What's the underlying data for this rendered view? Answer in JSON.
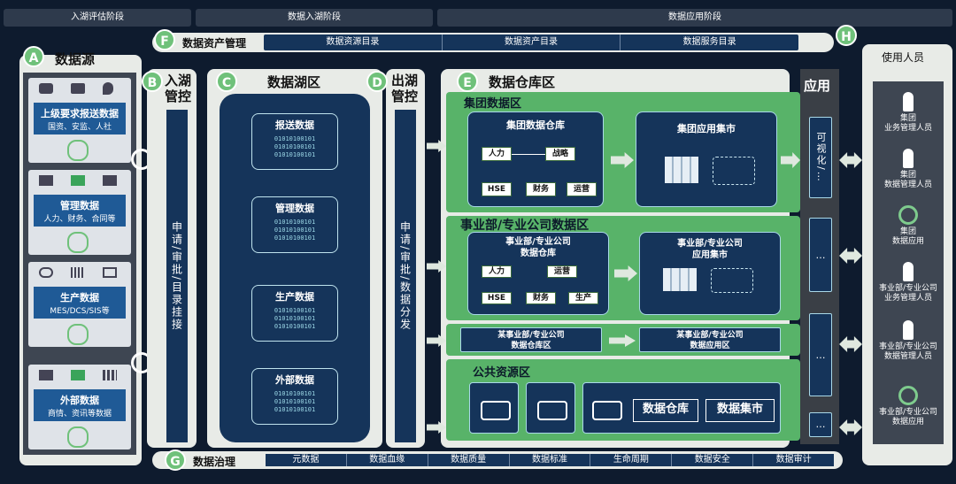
{
  "stages": [
    "入湖评估阶段",
    "数据入湖阶段",
    "数据应用阶段"
  ],
  "asset_mgmt": {
    "badge": "F",
    "title": "数据资产管理",
    "items": [
      "数据资源目录",
      "数据资产目录",
      "数据服务目录"
    ]
  },
  "source": {
    "badge": "A",
    "title": "数据源",
    "cards": [
      {
        "title": "上级要求报送数据",
        "sub": "国资、安监、人社"
      },
      {
        "title": "管理数据",
        "sub": "人力、财务、合同等"
      },
      {
        "title": "生产数据",
        "sub": "MES/DCS/SIS等"
      },
      {
        "title": "外部数据",
        "sub": "商情、资讯等数据"
      }
    ]
  },
  "ingest": {
    "badge": "B",
    "title_line1": "入湖",
    "title_line2": "管控",
    "vertical": "申请/审批/目录挂接"
  },
  "lake": {
    "badge": "C",
    "title": "数据湖区",
    "boxes": [
      "报送数据",
      "管理数据",
      "生产数据",
      "外部数据"
    ],
    "binary": "01010100101"
  },
  "egress": {
    "badge": "D",
    "title_line1": "出湖",
    "title_line2": "管控",
    "vertical": "申请/审批/数据分发"
  },
  "warehouse": {
    "badge": "E",
    "title": "数据仓库区",
    "group": {
      "title": "集团数据区",
      "dw_title": "集团数据仓库",
      "nodes": [
        "人力",
        "战略",
        "HSE",
        "财务",
        "运营"
      ],
      "mart": "集团应用集市"
    },
    "bu": {
      "title": "事业部/专业公司数据区",
      "dw_title": "事业部/专业公司\n数据仓库",
      "nodes": [
        "人力",
        "运营",
        "HSE",
        "财务",
        "生产"
      ],
      "mart": "事业部/专业公司\n应用集市"
    },
    "some_bu": {
      "dw": "某事业部/专业公司\n数据仓库区",
      "app": "某事业部/专业公司\n数据应用区"
    },
    "public": {
      "title": "公共资源区",
      "dw": "数据仓库",
      "mart": "数据集市"
    }
  },
  "apps": {
    "title": "应用",
    "viz": "可视化/…",
    "dots": "…"
  },
  "users": {
    "badge": "H",
    "title": "使用人员",
    "items": [
      "集团\n业务管理人员",
      "集团\n数据管理人员",
      "集团\n数据应用",
      "事业部/专业公司\n业务管理人员",
      "事业部/专业公司\n数据管理人员",
      "事业部/专业公司\n数据应用"
    ]
  },
  "governance": {
    "badge": "G",
    "title": "数据治理",
    "items": [
      "元数据",
      "数据血缘",
      "数据质量",
      "数据标准",
      "生命周期",
      "数据安全",
      "数据审计"
    ]
  }
}
